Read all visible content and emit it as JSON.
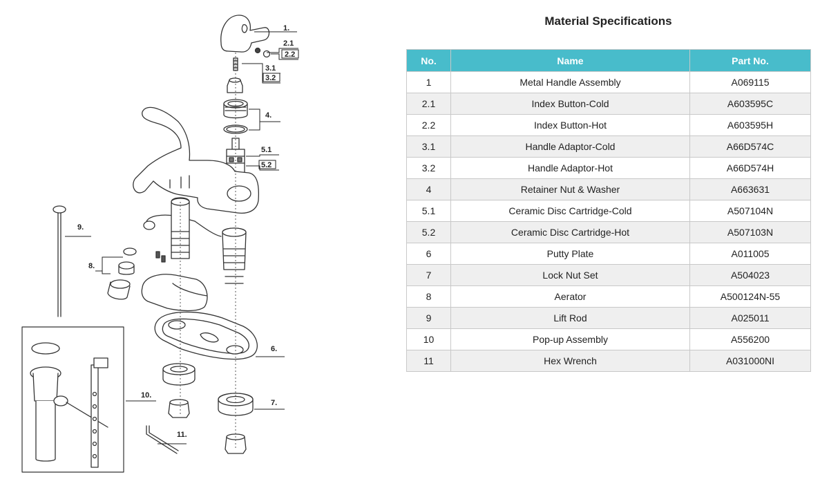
{
  "diagram": {
    "callouts": [
      "1.",
      "2.1",
      "2.2",
      "3.1",
      "3.2",
      "4.",
      "5.1",
      "5.2",
      "6.",
      "7.",
      "8.",
      "9.",
      "10.",
      "11."
    ]
  },
  "specs": {
    "title": "Material Specifications",
    "headers": {
      "no": "No.",
      "name": "Name",
      "part": "Part No."
    },
    "rows": [
      {
        "no": "1",
        "name": "Metal Handle Assembly",
        "part": "A069115"
      },
      {
        "no": "2.1",
        "name": "Index Button-Cold",
        "part": "A603595C"
      },
      {
        "no": "2.2",
        "name": "Index Button-Hot",
        "part": "A603595H"
      },
      {
        "no": "3.1",
        "name": "Handle Adaptor-Cold",
        "part": "A66D574C"
      },
      {
        "no": "3.2",
        "name": "Handle Adaptor-Hot",
        "part": "A66D574H"
      },
      {
        "no": "4",
        "name": "Retainer Nut & Washer",
        "part": "A663631"
      },
      {
        "no": "5.1",
        "name": "Ceramic Disc Cartridge-Cold",
        "part": "A507104N"
      },
      {
        "no": "5.2",
        "name": "Ceramic Disc Cartridge-Hot",
        "part": "A507103N"
      },
      {
        "no": "6",
        "name": "Putty Plate",
        "part": "A011005"
      },
      {
        "no": "7",
        "name": "Lock Nut Set",
        "part": "A504023"
      },
      {
        "no": "8",
        "name": "Aerator",
        "part": "A500124N-55"
      },
      {
        "no": "9",
        "name": "Lift Rod",
        "part": "A025011"
      },
      {
        "no": "10",
        "name": "Pop-up Assembly",
        "part": "A556200"
      },
      {
        "no": "11",
        "name": "Hex Wrench",
        "part": "A031000NI"
      }
    ]
  }
}
